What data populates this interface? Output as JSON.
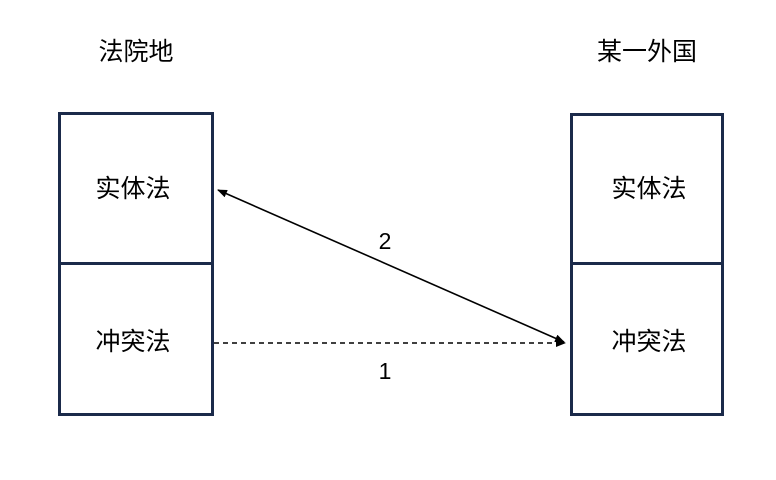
{
  "diagram": {
    "title_left": "法院地",
    "title_right": "某一外国",
    "left_box": {
      "cell_top": "实体法",
      "cell_bottom": "冲突法"
    },
    "right_box": {
      "cell_top": "实体法",
      "cell_bottom": "冲突法"
    },
    "edges": [
      {
        "label": "1",
        "style": "dashed",
        "from": "法院地 冲突法",
        "to": "某一外国 冲突法",
        "direction": "right"
      },
      {
        "label": "2",
        "style": "solid",
        "from": "某一外国 冲突法",
        "to": "法院地 实体法",
        "direction": "both"
      }
    ],
    "colors": {
      "box_border": "#1b2a4a",
      "line": "#000000",
      "text": "#000000",
      "background": "#ffffff"
    }
  }
}
